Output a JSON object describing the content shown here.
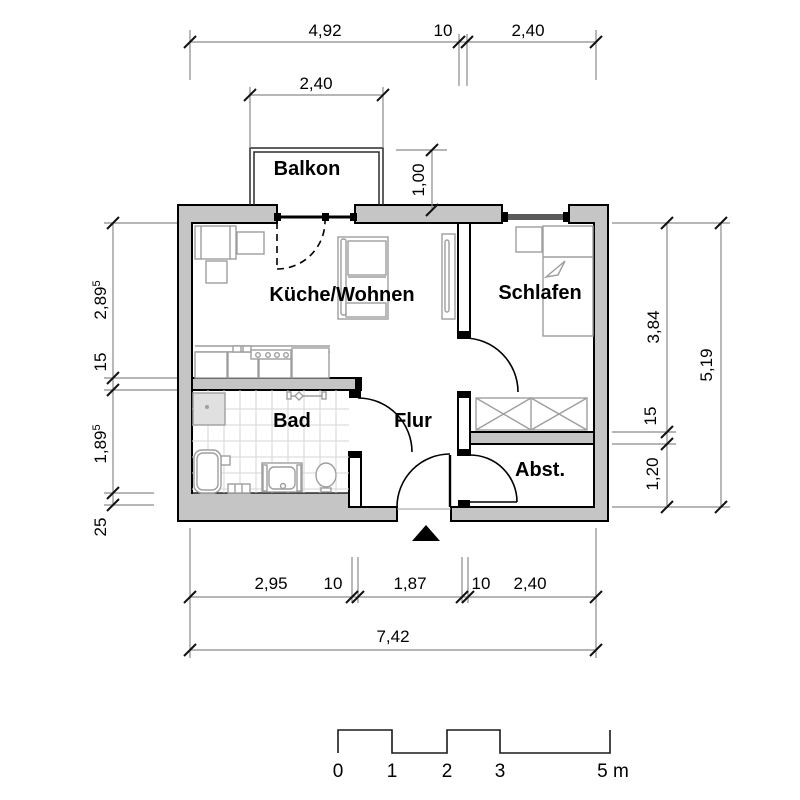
{
  "meta": {
    "drawing_type": "apartment floor plan"
  },
  "colors": {
    "wall": "#c5c5c5",
    "wallline": "#000000",
    "window": "#5a5a5a",
    "furn": "#9e9e9e",
    "tile": "#d6d6d6",
    "dim": "#8a8a8a",
    "tick": "#111111"
  },
  "rooms": {
    "kueche": "Küche/Wohnen",
    "schlafen": "Schlafen",
    "bad": "Bad",
    "flur": "Flur",
    "abst": "Abst.",
    "balkon": "Balkon"
  },
  "dimensions": {
    "top_kueche": "4,92",
    "top_wall": "10",
    "top_schlafen": "2,40",
    "balcony_width": "2,40",
    "balcony_depth": "1,00",
    "left_kueche": "2,89",
    "left_kueche_sup": "5",
    "left_wall": "15",
    "left_bad": "1,89",
    "left_bad_sup": "5",
    "left_install": "25",
    "right_schlafen": "3,84",
    "right_wall": "15",
    "right_abst": "1,20",
    "right_total": "5,19",
    "bottom_bad": "2,95",
    "bottom_wall1": "10",
    "bottom_flur": "1,87",
    "bottom_wall2": "10",
    "bottom_abst": "2,40",
    "bottom_total": "7,42"
  },
  "scalebar": {
    "labels": [
      "0",
      "1",
      "2",
      "3",
      "5 m"
    ]
  }
}
